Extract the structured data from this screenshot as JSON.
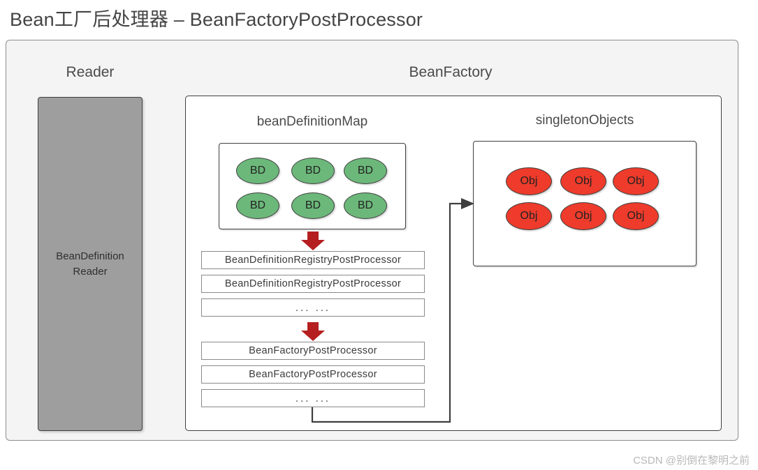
{
  "title": "Bean工厂后处理器 – BeanFactoryPostProcessor",
  "columns": {
    "reader_heading": "Reader",
    "factory_heading": "BeanFactory"
  },
  "reader": {
    "box_label": "BeanDefinitionReader",
    "fill_color": "#9e9e9e"
  },
  "factory": {
    "bd_map_heading": "beanDefinitionMap",
    "singleton_heading": "singletonObjects"
  },
  "bd_nodes": [
    {
      "label": "BD"
    },
    {
      "label": "BD"
    },
    {
      "label": "BD"
    },
    {
      "label": "BD"
    },
    {
      "label": "BD"
    },
    {
      "label": "BD"
    }
  ],
  "obj_nodes": [
    {
      "label": "Obj"
    },
    {
      "label": "Obj"
    },
    {
      "label": "Obj"
    },
    {
      "label": "Obj"
    },
    {
      "label": "Obj"
    },
    {
      "label": "Obj"
    }
  ],
  "registry_processors": [
    {
      "label": "BeanDefinitionRegistryPostProcessor"
    },
    {
      "label": "BeanDefinitionRegistryPostProcessor"
    },
    {
      "label": "...  ..."
    }
  ],
  "factory_processors": [
    {
      "label": "BeanFactoryPostProcessor"
    },
    {
      "label": "BeanFactoryPostProcessor"
    },
    {
      "label": "...  ..."
    }
  ],
  "arrows": {
    "registry_arrow_name": "down-arrow-to-registry-processors",
    "factory_arrow_name": "down-arrow-to-factory-processors",
    "connector_name": "connector-to-singleton-objects",
    "red_color": "#b51f1f",
    "connector_color": "#3f3f3f"
  },
  "node_colors": {
    "bd_green": "#6cb87a",
    "obj_red": "#ee3b2b"
  },
  "watermark": "CSDN @别倒在黎明之前"
}
